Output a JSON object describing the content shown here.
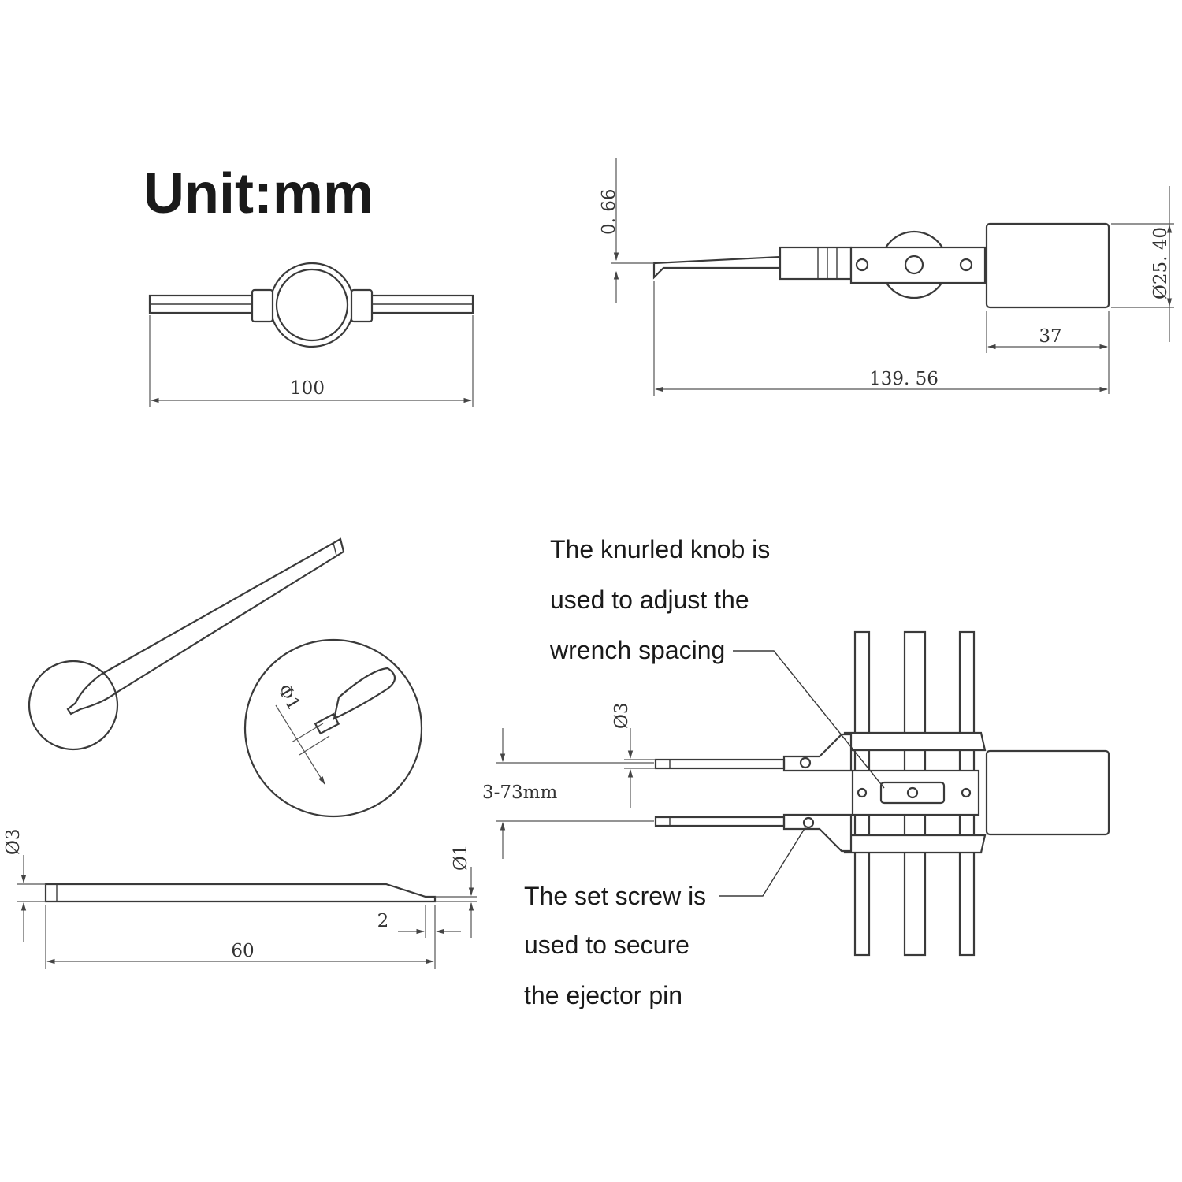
{
  "title": "Unit:mm",
  "view_top_left": {
    "length": "100"
  },
  "view_top_right": {
    "tip": "0. 66",
    "diameter": "Ø25. 40",
    "knob_length": "37",
    "overall_length": "139. 56"
  },
  "view_pin": {
    "tip_diameter_zoom": "Φ1",
    "shank_diameter": "Ø3",
    "tip_diameter": "Ø1",
    "tip_length": "2",
    "pin_length": "60"
  },
  "view_assembly": {
    "pin_diameter": "Ø3",
    "spacing_range": "3-73mm",
    "knob_note": [
      "The knurled knob is",
      "used to adjust the",
      "wrench spacing"
    ],
    "screw_note": [
      "The set screw is",
      "used to secure",
      "the ejector pin"
    ]
  }
}
